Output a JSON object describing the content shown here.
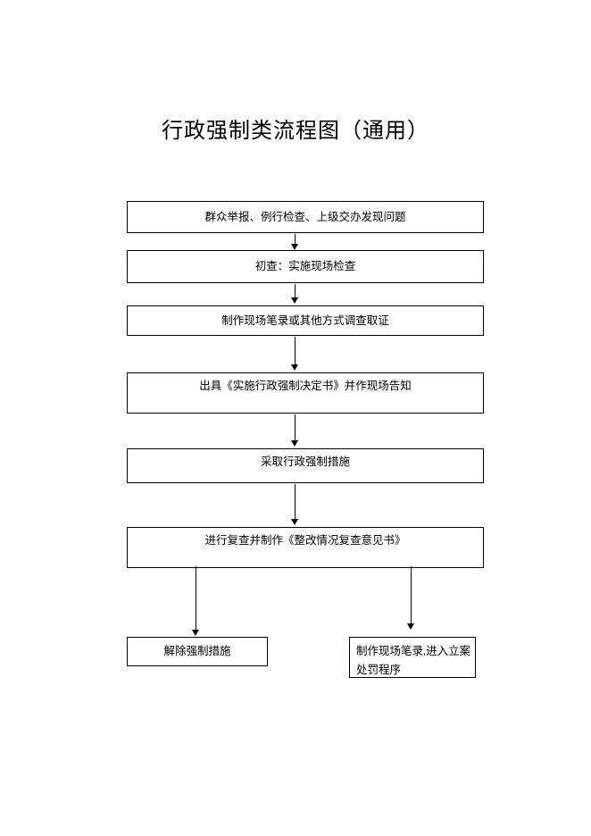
{
  "document": {
    "title": "行政强制类流程图（通用）"
  },
  "flowchart": {
    "palette": {
      "box_border": "#000000",
      "box_fill": "#ffffff",
      "text": "#000000",
      "arrow": "#000000",
      "page_background": "#ffffff"
    },
    "nodes": [
      {
        "id": "problem-discovery",
        "label": "群众举报、例行检查、上级交办发现问题"
      },
      {
        "id": "initial-inspection",
        "label": "初查：实施现场检查"
      },
      {
        "id": "evidence-collection",
        "label": "制作现场笔录或其他方式调查取证"
      },
      {
        "id": "decision-notice",
        "label": "出具《实施行政强制决定书》并作现场告知"
      },
      {
        "id": "enforcement-measures",
        "label": "采取行政强制措施"
      },
      {
        "id": "review-opinion",
        "label": "进行复查并制作《整改情况复查意见书》"
      },
      {
        "id": "lift-measures",
        "label": "解除强制措施"
      },
      {
        "id": "case-filing",
        "label": "制作现场笔录,进入立案处罚程序"
      }
    ],
    "edges": [
      {
        "from": "problem-discovery",
        "to": "initial-inspection"
      },
      {
        "from": "initial-inspection",
        "to": "evidence-collection"
      },
      {
        "from": "evidence-collection",
        "to": "decision-notice"
      },
      {
        "from": "decision-notice",
        "to": "enforcement-measures"
      },
      {
        "from": "enforcement-measures",
        "to": "review-opinion"
      },
      {
        "from": "review-opinion",
        "to": "lift-measures"
      },
      {
        "from": "review-opinion",
        "to": "case-filing"
      }
    ]
  }
}
